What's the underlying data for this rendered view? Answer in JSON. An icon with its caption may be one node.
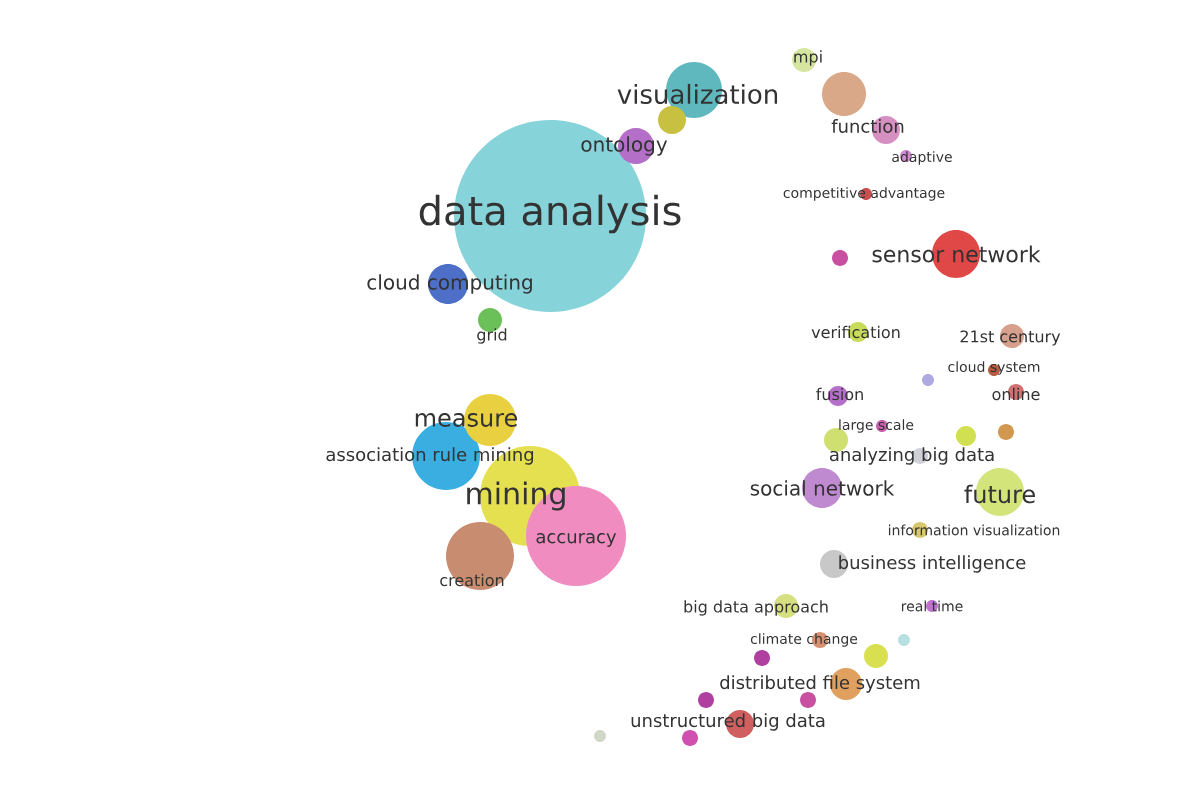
{
  "diagram": {
    "nodes": [
      {
        "text": [
          "visualization"
        ]
      },
      {
        "text": [
          "mpi"
        ]
      },
      {
        "text": [
          "ontology"
        ]
      },
      {
        "text": [
          "function"
        ]
      },
      {
        "text": [
          "data analysis"
        ]
      },
      {
        "text": [
          "adaptive"
        ]
      },
      {
        "text": [
          "competitive advantage"
        ]
      },
      {
        "text": [
          "cloud computing"
        ]
      },
      {
        "text": [
          "sensor network"
        ]
      },
      {
        "text": [
          "grid"
        ]
      },
      {
        "text": [
          "verification"
        ]
      },
      {
        "text": [
          "21st century"
        ]
      },
      {
        "text": [
          "cloud system"
        ]
      },
      {
        "text": [
          "online"
        ]
      },
      {
        "text": [
          "fusion"
        ]
      },
      {
        "text": [
          "measure"
        ]
      },
      {
        "text": [
          "large scale"
        ]
      },
      {
        "text": [
          "association rule mining"
        ]
      },
      {
        "text": [
          "analyzing big data"
        ]
      },
      {
        "text": [
          "mining"
        ]
      },
      {
        "text": [
          "social network"
        ]
      },
      {
        "text": [
          "future"
        ]
      },
      {
        "text": [
          "information visualization"
        ]
      },
      {
        "text": [
          "accuracy"
        ]
      },
      {
        "text": [
          "creation"
        ]
      },
      {
        "text": [
          "business intelligence"
        ]
      },
      {
        "text": [
          "big data approach"
        ]
      },
      {
        "text": [
          "real time"
        ]
      },
      {
        "text": [
          "climate change"
        ]
      },
      {
        "text": [
          "distributed file system"
        ]
      },
      {
        "text": [
          "unstructured big data"
        ]
      },
      {
        "text": [],
        "shape": "circle"
      },
      {
        "text": [],
        "shape": "circle"
      },
      {
        "text": [],
        "shape": "circle"
      },
      {
        "text": [],
        "shape": "circle"
      },
      {
        "text": [],
        "shape": "circle"
      },
      {
        "text": [],
        "shape": "circle"
      },
      {
        "text": [],
        "shape": "circle"
      },
      {
        "text": [],
        "shape": "circle"
      },
      {
        "text": [],
        "shape": "circle"
      },
      {
        "text": [],
        "shape": "circle"
      },
      {
        "text": [],
        "shape": "circle"
      },
      {
        "text": [],
        "shape": "circle"
      },
      {
        "text": [],
        "shape": "circle"
      },
      {
        "text": [],
        "shape": "circle"
      }
    ]
  }
}
